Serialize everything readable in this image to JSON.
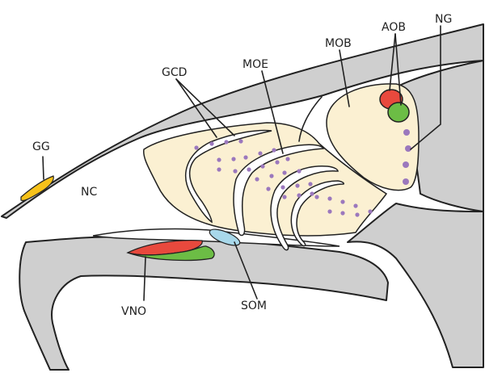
{
  "labels": {
    "gg": "GG",
    "nc": "NC",
    "gcd": "GCD",
    "moe": "MOE",
    "mob": "MOB",
    "aob": "AOB",
    "ng": "NG",
    "vno": "VNO",
    "som": "SOM"
  },
  "colors": {
    "bone": "#cfcfcf",
    "epithelium": "#fbf0d2",
    "outline": "#222222",
    "dot": "#9b78bd",
    "red": "#e8493d",
    "green": "#6cbd45",
    "yellow": "#f7c21a",
    "blue": "#a8d8ea"
  },
  "dot_count": 36
}
